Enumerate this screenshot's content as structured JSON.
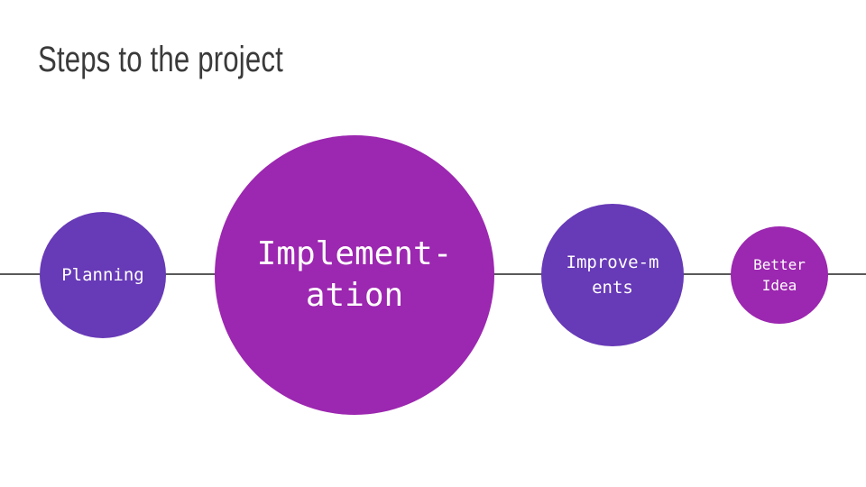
{
  "slide": {
    "title": "Steps to the project"
  },
  "colors": {
    "violet": "#673ab7",
    "purple": "#9c27b0",
    "line": "#595959",
    "title": "#3a3a3a"
  },
  "steps": [
    {
      "label": "Planning",
      "color": "violet"
    },
    {
      "label": "Implement-\nation",
      "color": "purple"
    },
    {
      "label": "Improve-m\nents",
      "color": "violet"
    },
    {
      "label": "Better\nIdea",
      "color": "purple"
    }
  ]
}
